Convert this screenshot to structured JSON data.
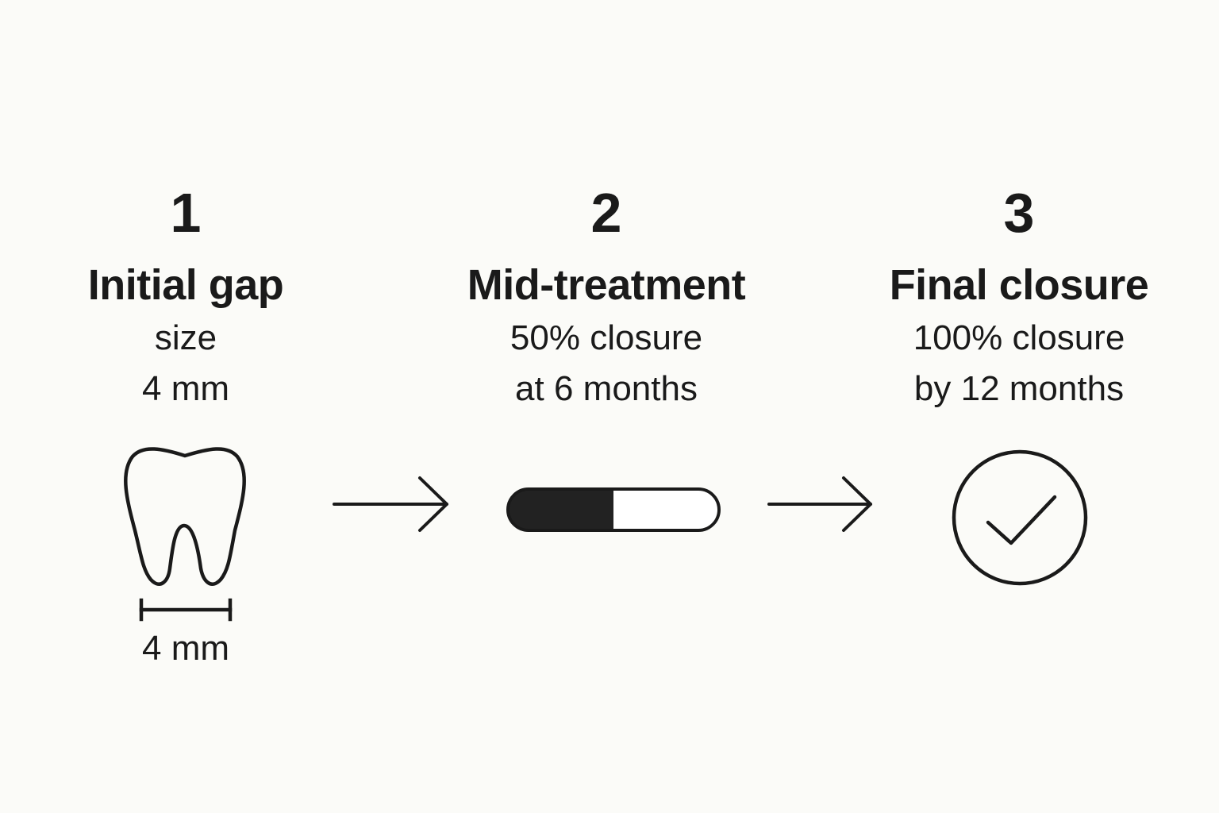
{
  "steps": [
    {
      "number": "1",
      "title": "Initial gap",
      "lines": [
        "size",
        "4 mm"
      ],
      "icon": "tooth-icon",
      "measure_label": "4 mm"
    },
    {
      "number": "2",
      "title": "Mid-treatment",
      "lines": [
        "50% closure",
        "at 6 months"
      ],
      "icon": "progress-bar",
      "progress": 0.5
    },
    {
      "number": "3",
      "title": "Final closure",
      "lines": [
        "100% closure",
        "by 12 months"
      ],
      "icon": "check-circle-icon"
    }
  ],
  "connectors": [
    "arrow-right-icon",
    "arrow-right-icon"
  ],
  "colors": {
    "background": "#fbfbf8",
    "ink": "#1a1a1a",
    "progress_fill": "#222222",
    "progress_empty": "#ffffff"
  }
}
